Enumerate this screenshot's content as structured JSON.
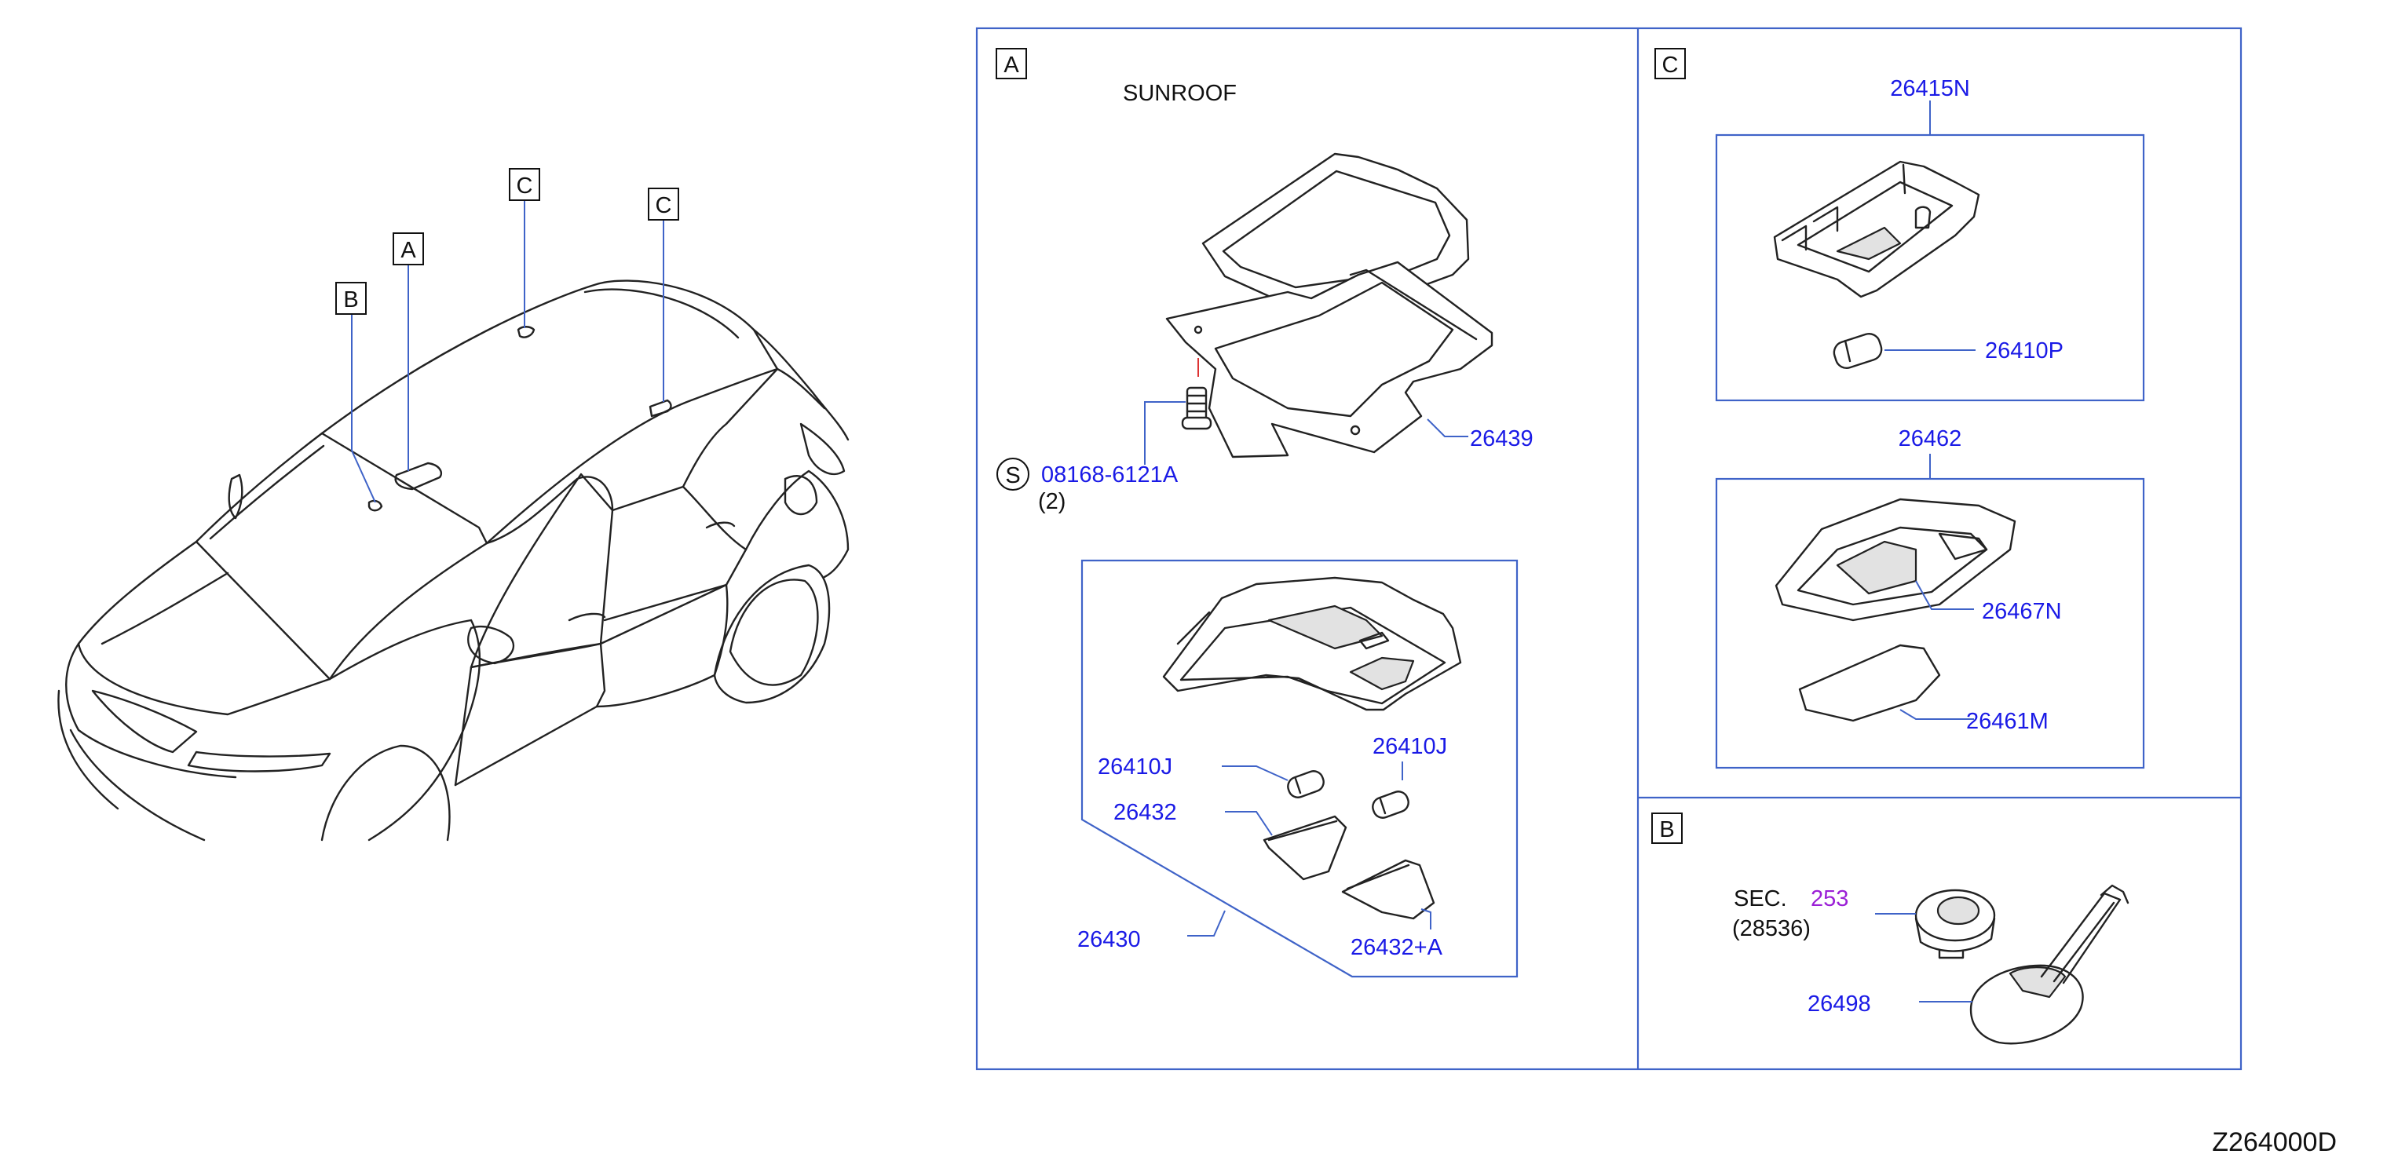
{
  "drawing_id": "Z264000D",
  "vehicle_callouts": [
    "B",
    "A",
    "C",
    "C"
  ],
  "panel_a": {
    "tag": "A",
    "caption": "SUNROOF",
    "screw_symbol": "S",
    "screw_part": "08168-6121A",
    "screw_qty": "(2)",
    "bracket_part": "26439",
    "lamp_assembly_part": "26430",
    "bulb_left": "26410J",
    "bulb_right": "26410J",
    "lens_left": "26432",
    "lens_right": "26432+A"
  },
  "panel_c": {
    "tag": "C",
    "upper_assembly_part": "26415N",
    "upper_bulb_part": "26410P",
    "lower_assembly_part": "26462",
    "lower_housing_part": "26467N",
    "lower_lens_part": "26461M"
  },
  "panel_b": {
    "tag": "B",
    "sec_prefix": "SEC.",
    "sec_number": "253",
    "sec_ref": "(28536)",
    "sensor_part": "26498"
  },
  "colors": {
    "part_number": "#1a1ae6",
    "section_reference": "#9b1fd6",
    "frame_line": "#3f63c8",
    "line_art": "#222222"
  }
}
